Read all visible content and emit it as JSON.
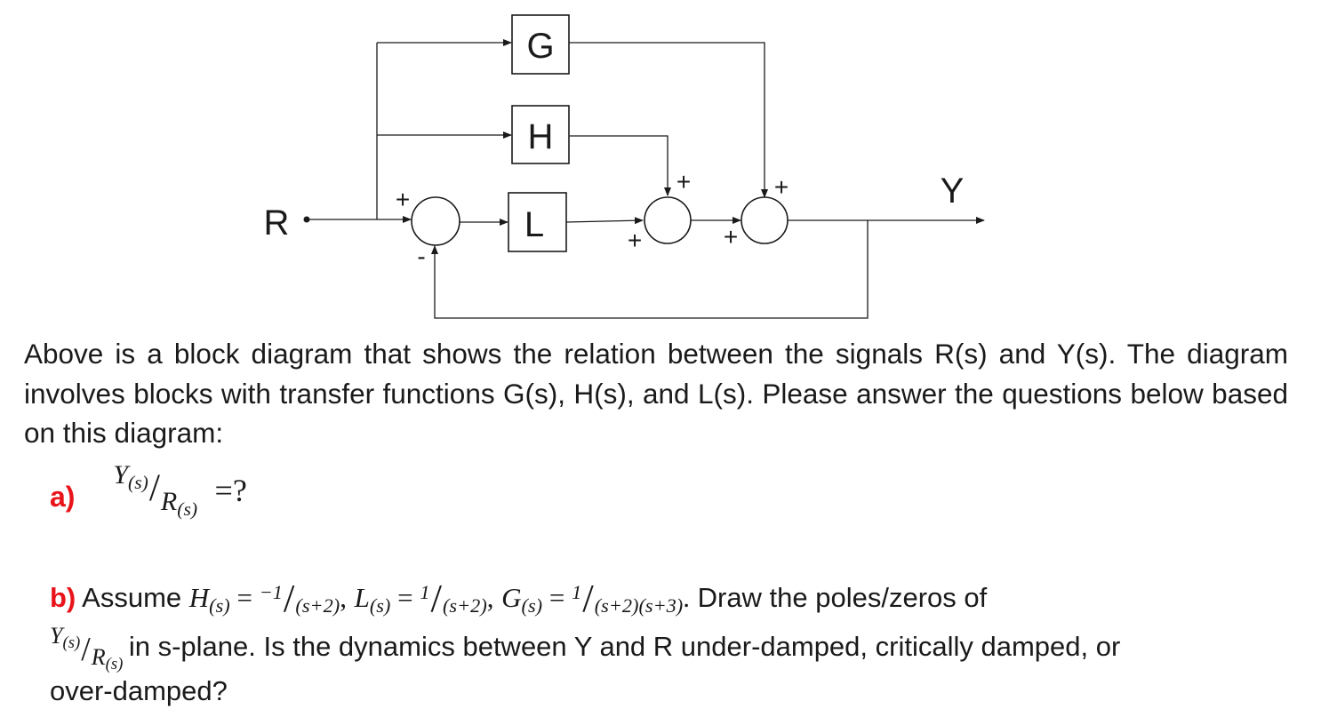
{
  "diagram": {
    "blocks": [
      {
        "id": "G",
        "label": "G"
      },
      {
        "id": "H",
        "label": "H"
      },
      {
        "id": "L",
        "label": "L"
      }
    ],
    "input_label": "R",
    "output_label": "Y",
    "signs": {
      "sum1_top": "+",
      "sum1_bottom": "-",
      "sum2_top": "+",
      "sum2_left": "+",
      "sum3_top": "+",
      "sum3_left": "+"
    }
  },
  "paragraph": "Above is a block diagram that shows the relation between the signals R(s) and Y(s). The diagram involves blocks with transfer functions G(s), H(s), and L(s). Please answer the questions below based on this diagram:",
  "question_a": {
    "label": "a)",
    "num": "Y",
    "num_sub": "(s)",
    "den": "R",
    "den_sub": "(s)",
    "tail": "=?"
  },
  "question_b": {
    "label": "b)",
    "assume": "Assume",
    "h_expr": {
      "name": "H",
      "sub": "(s)",
      "eq": "=",
      "num": "−1",
      "den": "(s+2)",
      "sep": ","
    },
    "l_expr": {
      "name": "L",
      "sub": "(s)",
      "eq": "=",
      "num": "1",
      "den": "(s+2)",
      "sep": ","
    },
    "g_expr": {
      "name": "G",
      "sub": "(s)",
      "eq": "=",
      "num": "1",
      "den": "(s+2)(s+3)",
      "sep": "."
    },
    "text1": "Draw the poles/zeros of",
    "ratio": {
      "num": "Y",
      "num_sub": "(s)",
      "den": "R",
      "den_sub": "(s)"
    },
    "text2": "in s-plane. Is the dynamics between Y and R under-damped, critically damped, or",
    "text3": "over-damped?"
  },
  "colors": {
    "ink": "#1a1a1a",
    "accent": "#e8141a",
    "background": "#ffffff"
  }
}
